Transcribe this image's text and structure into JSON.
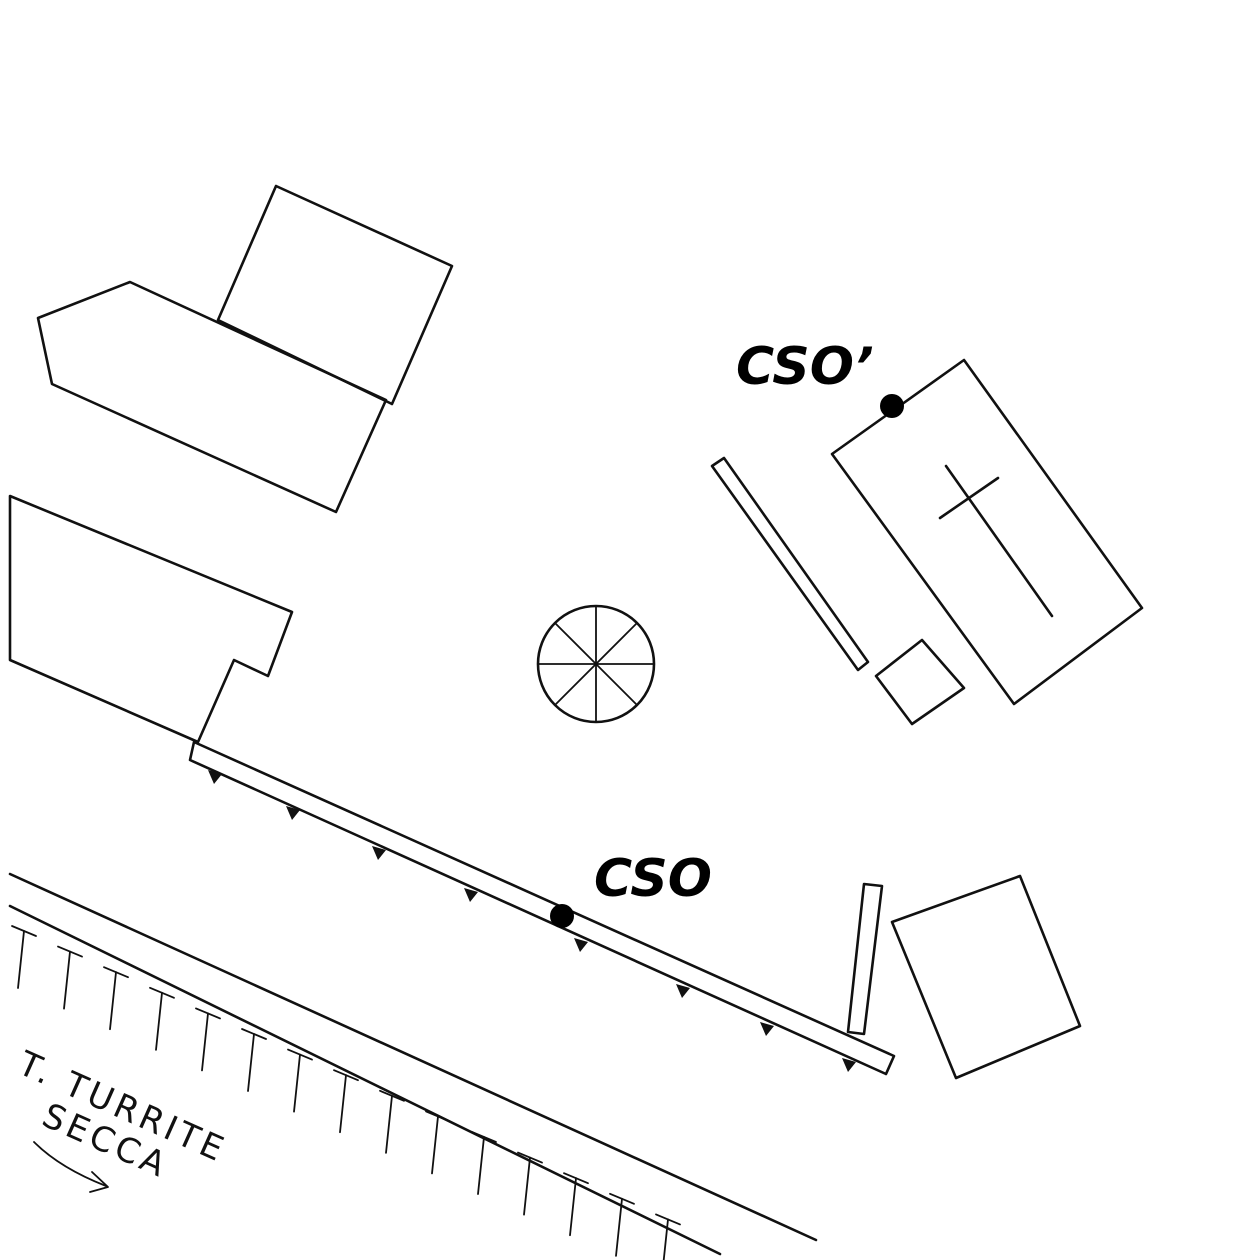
{
  "labels": {
    "cso_prime": "CSO’",
    "cso": "CSO",
    "river_line1": "T. TURRITE",
    "river_line2": "SECCA"
  },
  "colors": {
    "ink": "#111111",
    "paper": "#ffffff"
  },
  "icons": {
    "flow_arrow": "arrow-right-icon",
    "fountain": "fountain-icon",
    "church_cross": "cross-icon"
  }
}
